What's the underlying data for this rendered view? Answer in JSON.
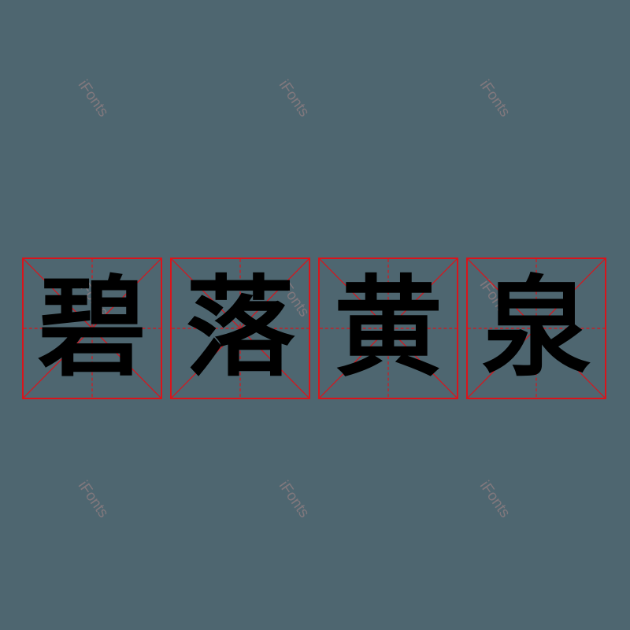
{
  "watermark": {
    "text": "iFonts"
  },
  "title": {
    "characters": [
      "碧",
      "落",
      "黄",
      "泉"
    ]
  },
  "colors": {
    "background": "#4e6670",
    "grid_line": "#d9141b",
    "glyph": "#000000",
    "watermark": "#8a7c80"
  }
}
